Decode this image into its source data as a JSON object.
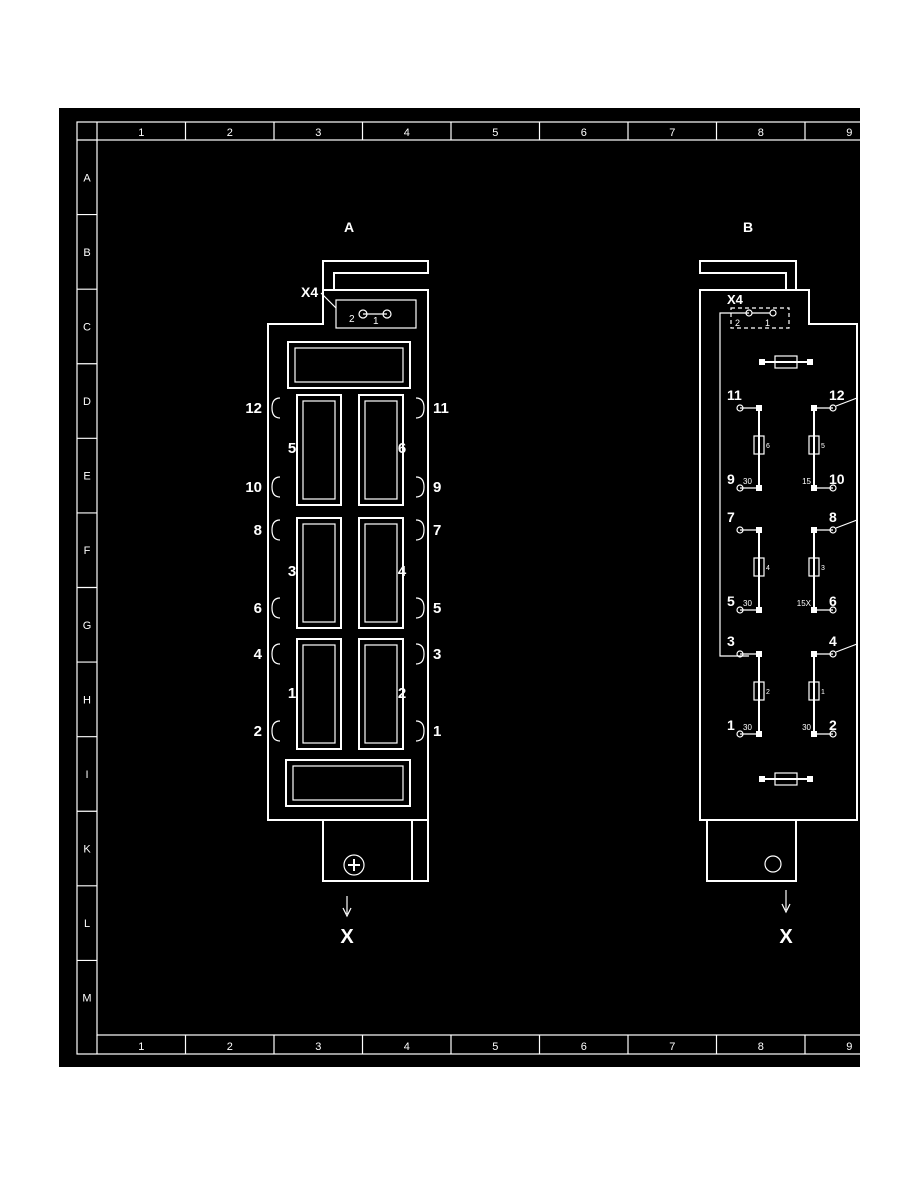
{
  "grid": {
    "columns": [
      "1",
      "2",
      "3",
      "4",
      "5",
      "6",
      "7",
      "8",
      "9"
    ],
    "rows": [
      "A",
      "B",
      "C",
      "D",
      "E",
      "F",
      "G",
      "H",
      "I",
      "K",
      "L",
      "M"
    ]
  },
  "view_a": {
    "title": "A",
    "connector": "X4",
    "connector_pins": [
      "2",
      "1"
    ],
    "relay_numbers": [
      "5",
      "6",
      "3",
      "4",
      "1",
      "2"
    ],
    "left_terminals": [
      "12",
      "10",
      "8",
      "6",
      "4",
      "2"
    ],
    "right_terminals": [
      "11",
      "9",
      "7",
      "5",
      "3",
      "1"
    ],
    "arrow_label": "X"
  },
  "view_b": {
    "title": "B",
    "connector": "X4",
    "connector_pins": [
      "2",
      "1"
    ],
    "rows": [
      {
        "tl": "11",
        "tr": "12",
        "bl": "9",
        "br": "10",
        "l_sub": "30",
        "r_sub": "15",
        "l_relay": "6",
        "r_relay": "5"
      },
      {
        "tl": "7",
        "tr": "8",
        "bl": "5",
        "br": "6",
        "l_sub": "30",
        "r_sub": "15X",
        "l_relay": "4",
        "r_relay": "3"
      },
      {
        "tl": "3",
        "tr": "4",
        "bl": "1",
        "br": "2",
        "l_sub": "30",
        "r_sub": "30",
        "l_relay": "2",
        "r_relay": "1"
      }
    ],
    "arrow_label": "X"
  }
}
